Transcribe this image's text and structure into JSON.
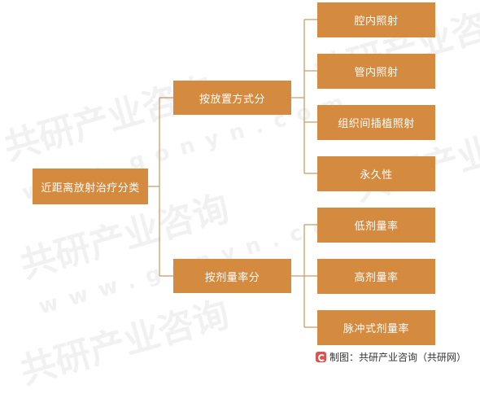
{
  "diagram": {
    "root": "近距离放射治疗分类",
    "branch_1": {
      "label": "按放置方式分",
      "children": [
        "腔内照射",
        "管内照射",
        "组织间插植照射",
        "永久性"
      ]
    },
    "branch_2": {
      "label": "按剂量率分",
      "children": [
        "低剂量率",
        "高剂量率",
        "脉冲式剂量率"
      ]
    }
  },
  "watermark": {
    "brand": "共研产业咨询",
    "url": "www.gonyn.com"
  },
  "footer": {
    "source": "制图：共研产业咨询（共研网）"
  },
  "colors": {
    "node_fill": "#d48a3f",
    "connector": "#c9975f",
    "footer_logo": "#d9534f"
  }
}
